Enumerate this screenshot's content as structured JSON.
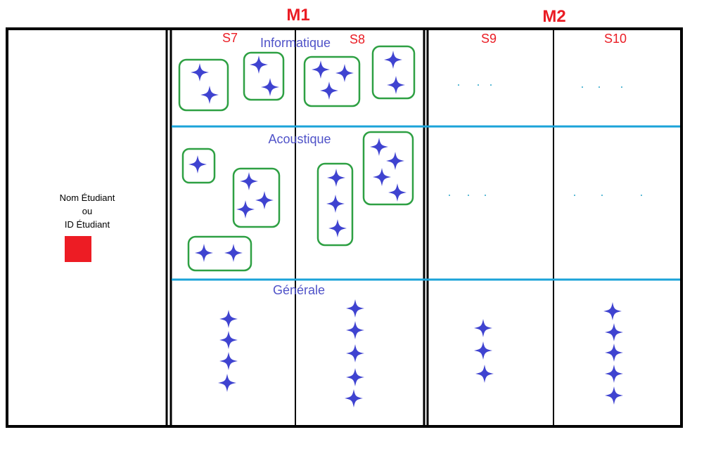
{
  "years": {
    "m1": "M1",
    "m2": "M2"
  },
  "semesters": {
    "s7": "S7",
    "s8": "S8",
    "s9": "S9",
    "s10": "S10"
  },
  "areas": {
    "informatique": "Informatique",
    "acoustique": "Acoustique",
    "generale": "Générale"
  },
  "student": {
    "line1": "Nom Étudiant",
    "line2": "ou",
    "line3": "ID Étudiant"
  },
  "colors": {
    "year_text": "#ea1c24",
    "area_text": "#4f52c8",
    "star": "#3f43d0",
    "module_group": "#2ea043",
    "row_divider": "#1ba3d9",
    "frame": "#000000",
    "student_badge": "#ed1c24"
  },
  "icons": {
    "course": "four-point-star-icon",
    "student_badge": "red-square-icon"
  }
}
